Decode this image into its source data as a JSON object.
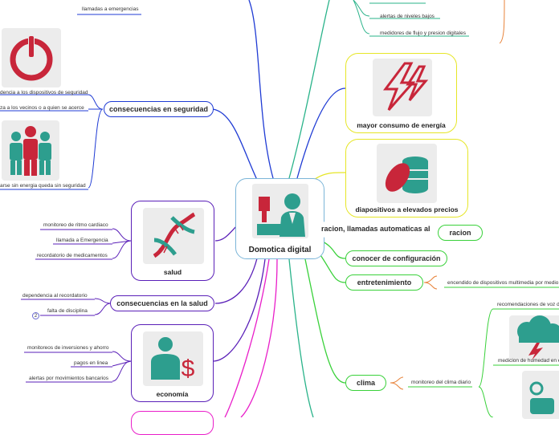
{
  "central": {
    "title": "Domotica digital"
  },
  "left_top": {
    "emergency_label": "llamadas a emergencias"
  },
  "security": {
    "title": "consecuencias en seguridad",
    "items": [
      "dencia a los dispositivos de seguridad",
      "za a los vecinos o a quien se acerce",
      "arse sin energia queda sin seguridad"
    ]
  },
  "salud": {
    "card_title": "salud",
    "items": [
      "monitoreo de ritmo cardiaco",
      "llamada a Emergencia",
      "recordatorio de medicamentos"
    ]
  },
  "salud_consequences": {
    "title": "consecuencias en la salud",
    "items": [
      "dependencia al recordatorio",
      "falta de disciplina"
    ],
    "badge": "2"
  },
  "economia": {
    "card_title": "economía",
    "items": [
      "monitoreos de inversiones y ahorro",
      "pagos en linea",
      "alertas por movimientos bancarios"
    ]
  },
  "right_top": {
    "items": [
      "alertas de niveles bajos",
      "medidores de flujo y presion digitales"
    ]
  },
  "energy_card": {
    "title": "mayor consumo de energía"
  },
  "devices_card": {
    "title": "diapositivos a elevados precios"
  },
  "right_pills": {
    "llamadas": "racion, llamadas automaticas al",
    "racion": "racion",
    "configuracion": "conocer de configuración",
    "entretenimiento": "entretenimiento",
    "clima": "clima"
  },
  "entretenimiento_detail": "encendido de dispositivos multimedia por medio d",
  "clima_detail": {
    "main": "monitoreo del clima diario",
    "items": [
      "recomendaciones de voz de",
      "medicion de humedad en el"
    ]
  },
  "colors": {
    "blue": "#1f3bd4",
    "purple": "#5a1fb8",
    "green": "#39d13a",
    "yellow": "#e6e627",
    "magenta": "#e91ec9",
    "teal": "#2ab38a",
    "orange": "#e8833a",
    "red_icon": "#c8263a",
    "teal_icon": "#2d9e8e"
  }
}
